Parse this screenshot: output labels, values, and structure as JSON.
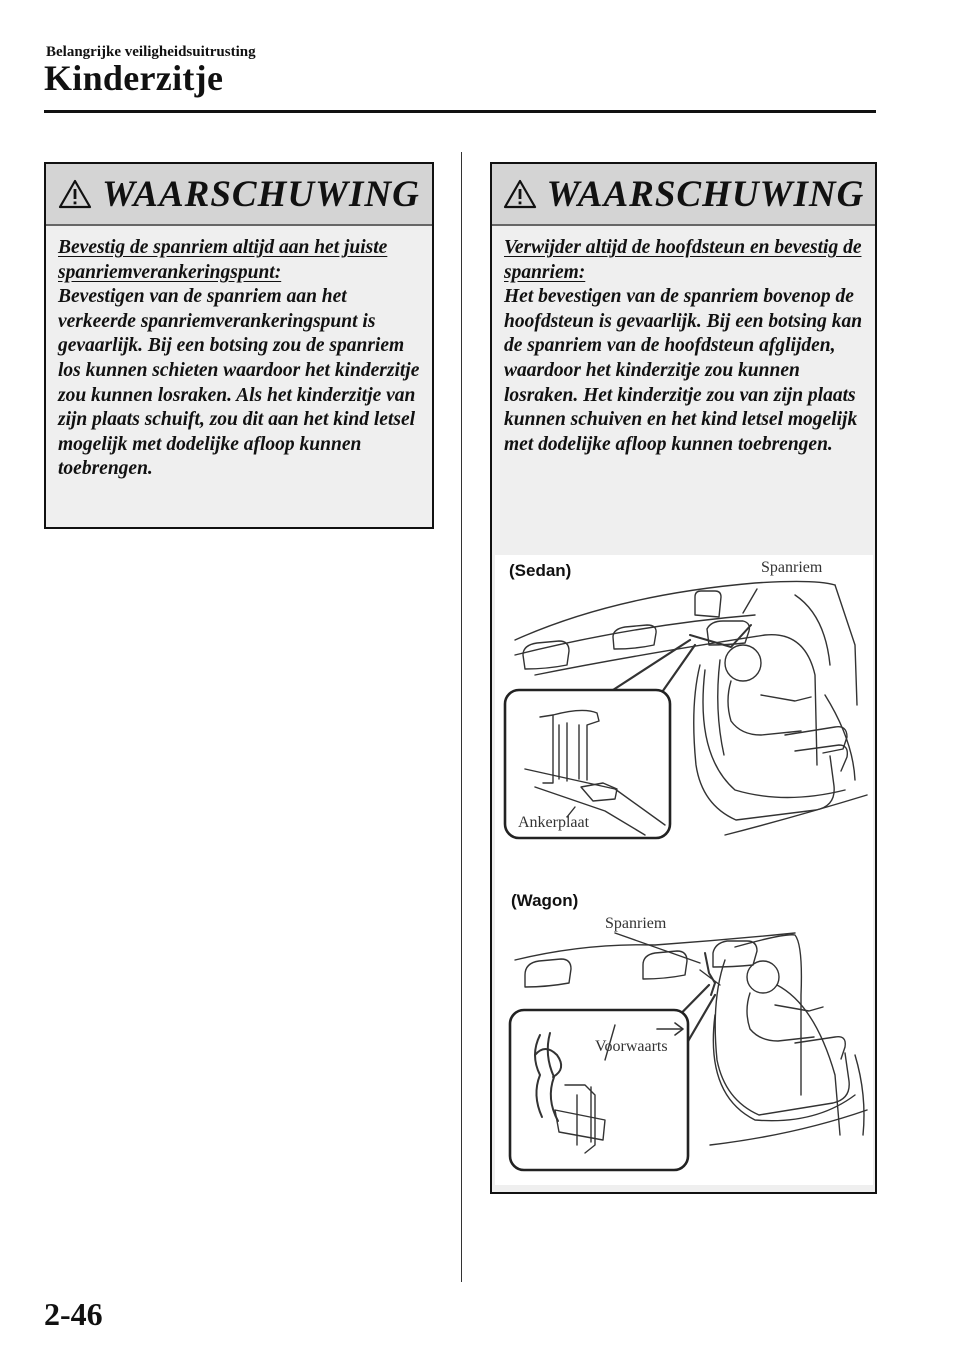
{
  "header": {
    "section": "Belangrijke veiligheidsuitrusting",
    "title": "Kinderzitje"
  },
  "warnings": [
    {
      "heading": "WAARSCHUWING",
      "lead": "Bevestig de spanriem altijd aan het juiste spanriemverankeringspunt:",
      "text": "Bevestigen van de spanriem aan het verkeerde spanriemverankeringspunt is gevaarlijk. Bij een botsing zou de spanriem los kunnen schieten waardoor het kinderzitje zou kunnen losraken. Als het kinderzitje van zijn plaats schuift, zou dit aan het kind letsel mogelijk met dodelijke afloop kunnen toebrengen."
    },
    {
      "heading": "WAARSCHUWING",
      "lead": "Verwijder altijd de hoofdsteun en bevestig de spanriem:",
      "text": "Het bevestigen van de spanriem bovenop de hoofdsteun is gevaarlijk. Bij een botsing kan de spanriem van de hoofdsteun afglijden, waardoor het kinderzitje zou kunnen losraken. Het kinderzitje zou van zijn plaats kunnen schuiven en het kind letsel mogelijk met dodelijke afloop kunnen toebrengen."
    }
  ],
  "figure": {
    "sedan": {
      "label": "(Sedan)",
      "callout_strap": "Spanriem",
      "callout_plate": "Ankerplaat"
    },
    "wagon": {
      "label": "(Wagon)",
      "callout_strap": "Spanriem",
      "callout_forward": "Voorwaarts"
    }
  },
  "footer": {
    "page_number": "2-46"
  }
}
